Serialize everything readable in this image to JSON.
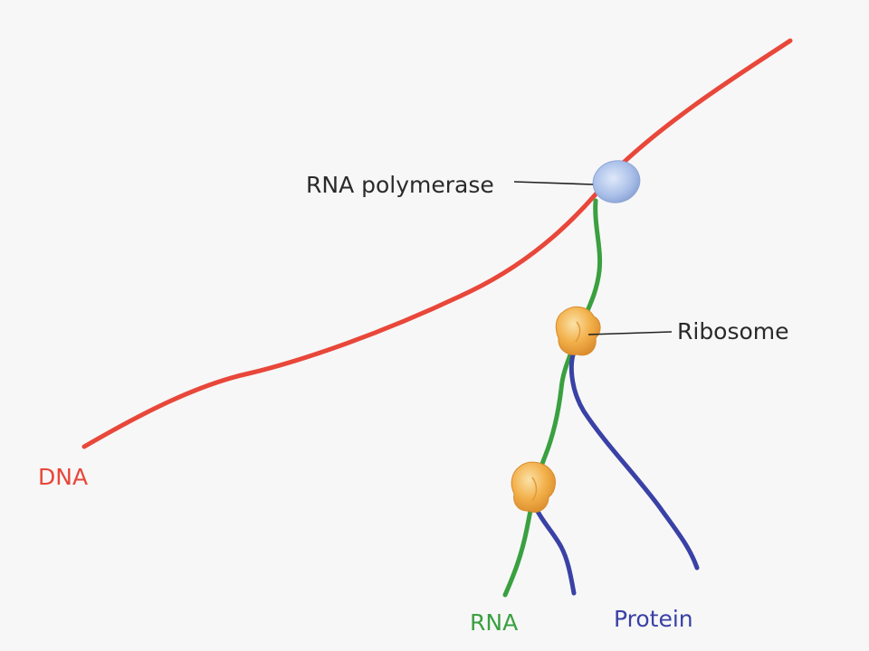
{
  "labels": {
    "dna": "DNA",
    "rna_polymerase": "RNA polymerase",
    "ribosome": "Ribosome",
    "rna": "RNA",
    "protein": "Protein"
  },
  "colors": {
    "background": "#f7f7f7",
    "dna": "#e8473a",
    "rna": "#3aa040",
    "protein": "#3a41a6",
    "rna_polymerase": "#a9bfe8",
    "ribosome": "#f2b04a",
    "label_text": "#2a2a2a",
    "leader_line": "#222222"
  },
  "ribosome_count": 2
}
